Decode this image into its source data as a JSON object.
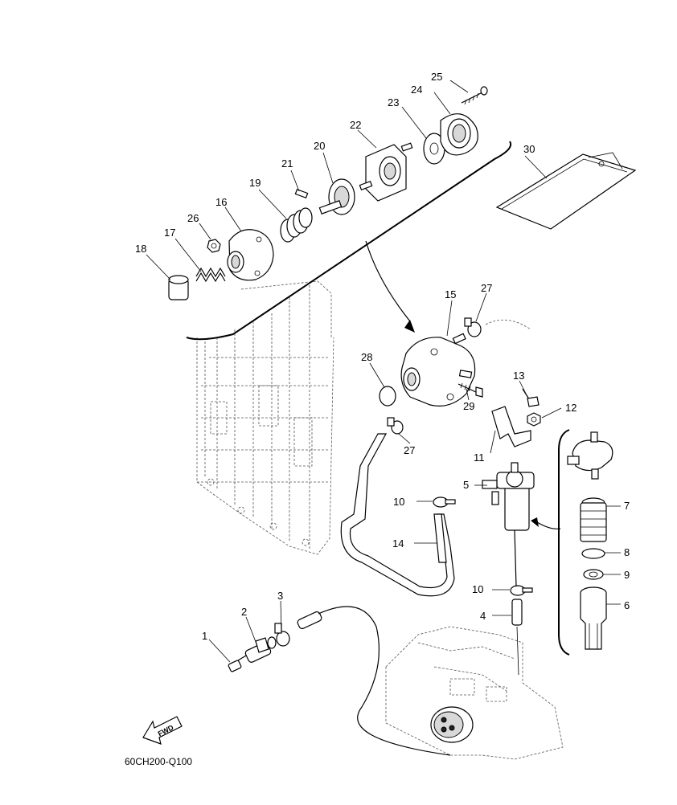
{
  "diagram_code": "60CH200-Q100",
  "fwd_label": "FWD",
  "callouts": {
    "p1": "1",
    "p2": "2",
    "p3": "3",
    "p4": "4",
    "p5": "5",
    "p6": "6",
    "p7": "7",
    "p8": "8",
    "p9": "9",
    "p10a": "10",
    "p10b": "10",
    "p11": "11",
    "p12": "12",
    "p13": "13",
    "p14": "14",
    "p15": "15",
    "p16": "16",
    "p17": "17",
    "p18": "18",
    "p19": "19",
    "p20": "20",
    "p21": "21",
    "p22": "22",
    "p23": "23",
    "p24": "24",
    "p25": "25",
    "p26": "26",
    "p27a": "27",
    "p27b": "27",
    "p28": "28",
    "p29": "29",
    "p30": "30"
  }
}
